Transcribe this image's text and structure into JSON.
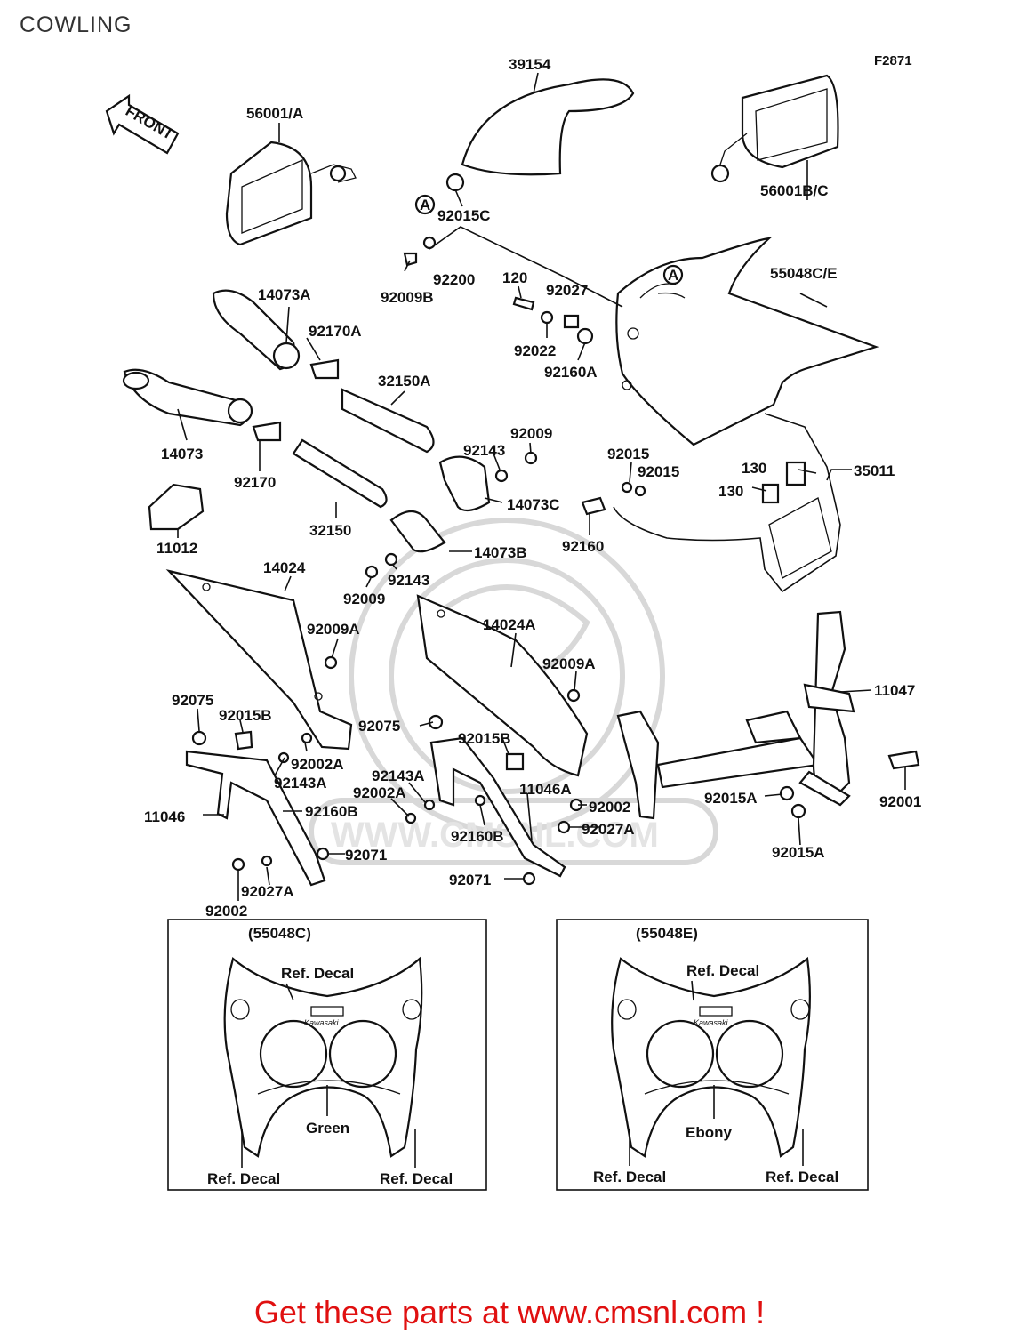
{
  "header": {
    "title": "COWLING",
    "figure_code": "F2871"
  },
  "diagram": {
    "direction_arrow": "FRONT",
    "ref_marker": "A",
    "watermark": "WWW.CMSNL.COM",
    "part_labels": {
      "p39154": "39154",
      "p56001A": "56001/A",
      "p56001BC": "56001B/C",
      "p92015C": "92015C",
      "p92200": "92200",
      "p92009B": "92009B",
      "p120": "120",
      "p92027": "92027",
      "p55048CE": "55048C/E",
      "p14073A": "14073A",
      "p92170A": "92170A",
      "p92022": "92022",
      "p92160A": "92160A",
      "p32150A": "32150A",
      "p14073": "14073",
      "p92170": "92170",
      "p92009_top": "92009",
      "p92143_top": "92143",
      "p92015_1": "92015",
      "p92015_2": "92015",
      "p130_1": "130",
      "p130_2": "130",
      "p35011": "35011",
      "p32150": "32150",
      "p14073C": "14073C",
      "p92160": "92160",
      "p11012": "11012",
      "p14024": "14024",
      "p14073B": "14073B",
      "p92143_mid": "92143",
      "p92009_mid": "92009",
      "p92009A_left": "92009A",
      "p14024A": "14024A",
      "p92009A_right": "92009A",
      "p11047": "11047",
      "p92075_left": "92075",
      "p92015B_left": "92015B",
      "p92075_mid": "92075",
      "p92015B_mid": "92015B",
      "p92002A_left": "92002A",
      "p92143A_left": "92143A",
      "p92143A_mid": "92143A",
      "p11046A": "11046A",
      "p92002A_mid": "92002A",
      "p11046": "11046",
      "p92160B_left": "92160B",
      "p92002_mid": "92002",
      "p92015A_1": "92015A",
      "p92001": "92001",
      "p92027A_mid": "92027A",
      "p92160B_mid": "92160B",
      "p92071_left": "92071",
      "p92015A_2": "92015A",
      "p92027A_left": "92027A",
      "p92071_mid": "92071",
      "p92002_left": "92002"
    },
    "inset_left": {
      "title": "(55048C)",
      "top_label": "Ref. Decal",
      "logo_text": "Kawasaki",
      "color_label": "Green",
      "bottom_left_label": "Ref. Decal",
      "bottom_right_label": "Ref. Decal"
    },
    "inset_right": {
      "title": "(55048E)",
      "top_label": "Ref. Decal",
      "logo_text": "Kawasaki",
      "color_label": "Ebony",
      "bottom_left_label": "Ref. Decal",
      "bottom_right_label": "Ref. Decal"
    }
  },
  "footer": {
    "text": "Get these parts at www.cmsnl.com !",
    "color": "#e01010"
  }
}
